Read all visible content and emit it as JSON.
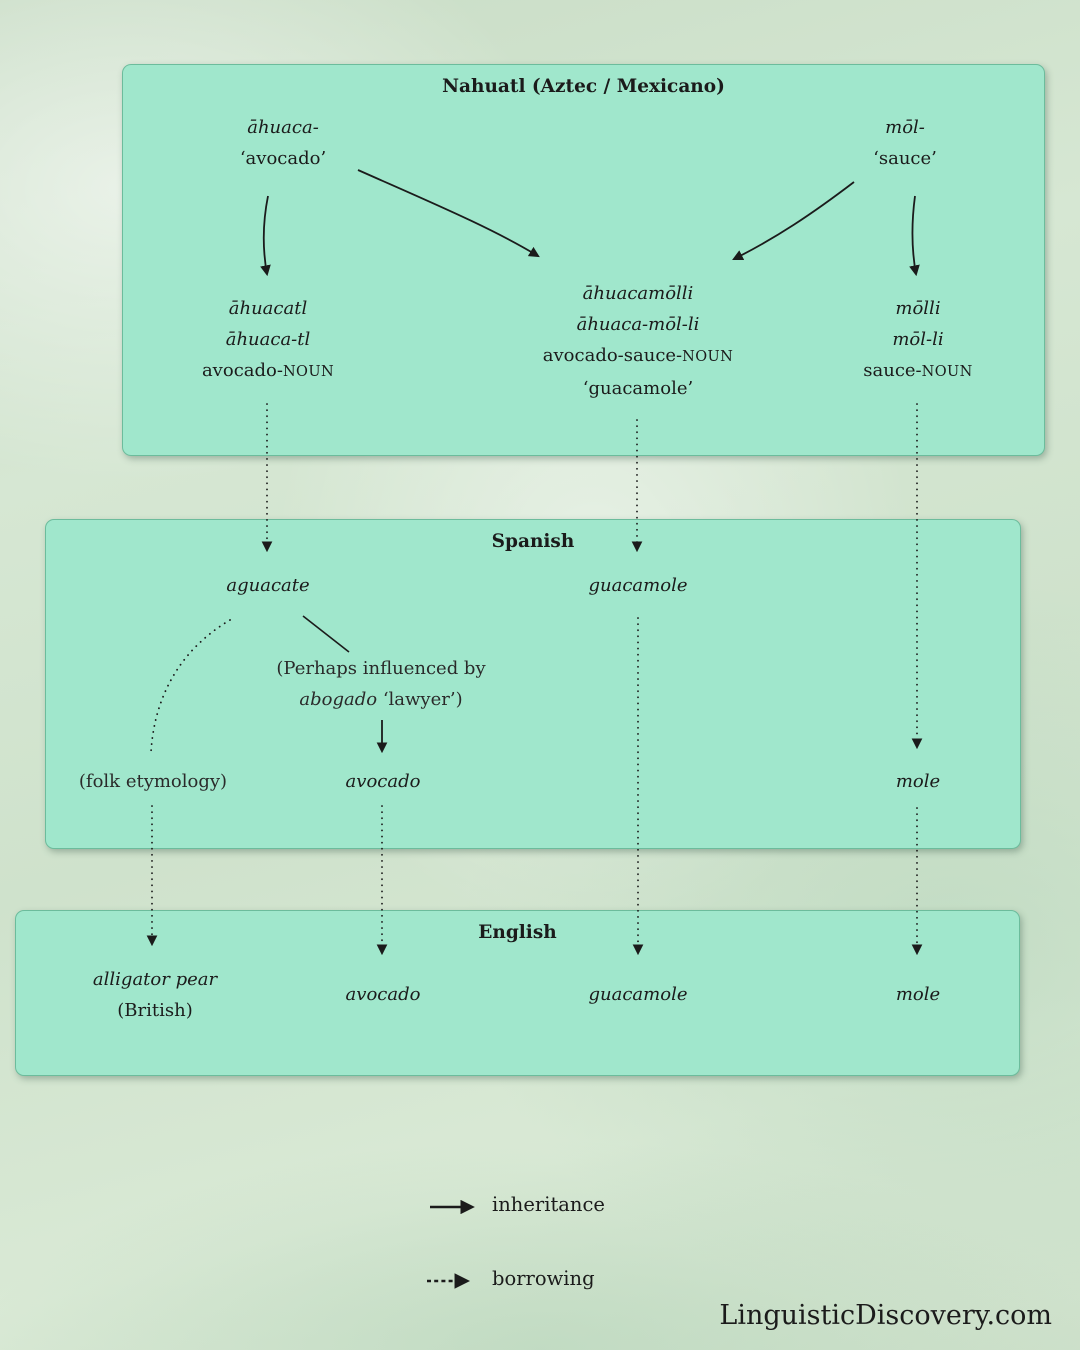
{
  "nahuatl": {
    "title": "Nahuatl (Aztec / Mexicano)",
    "roots": {
      "avocado": {
        "form": "āhuaca-",
        "gloss": "‘avocado’"
      },
      "sauce": {
        "form": "mōl-",
        "gloss": "‘sauce’"
      }
    },
    "derived": {
      "ahuacatl": {
        "form": "āhuacatl",
        "morphemes": "āhuaca-tl",
        "gloss_base": "avocado-",
        "gloss_pos": "NOUN"
      },
      "ahuacamolli": {
        "form": "āhuacamōlli",
        "morphemes": "āhuaca-mōl-li",
        "gloss_base": "avocado-sauce-",
        "gloss_pos": "NOUN",
        "translation": "‘guacamole’"
      },
      "molli": {
        "form": "mōlli",
        "morphemes": "mōl-li",
        "gloss_base": "sauce-",
        "gloss_pos": "NOUN"
      }
    }
  },
  "spanish": {
    "title": "Spanish",
    "words": {
      "aguacate": "aguacate",
      "guacamole": "guacamole",
      "avocado": "avocado",
      "mole": "mole"
    },
    "notes": {
      "influence_line1": "(Perhaps influenced by",
      "influence_italic": "abogado",
      "influence_rest": " ‘lawyer’)",
      "folk_etymology": "(folk etymology)"
    }
  },
  "english": {
    "title": "English",
    "words": {
      "alligator_pear": "alligator pear",
      "alligator_pear_note": "(British)",
      "avocado": "avocado",
      "guacamole": "guacamole",
      "mole": "mole"
    }
  },
  "legend": {
    "inheritance": "inheritance",
    "borrowing": "borrowing"
  },
  "watermark": "LinguisticDiscovery.com",
  "colors": {
    "box_fill": "#a0e7cc",
    "box_border": "#6cbc9c",
    "background": "#d3e5d0",
    "text": "#1b1b1b"
  }
}
